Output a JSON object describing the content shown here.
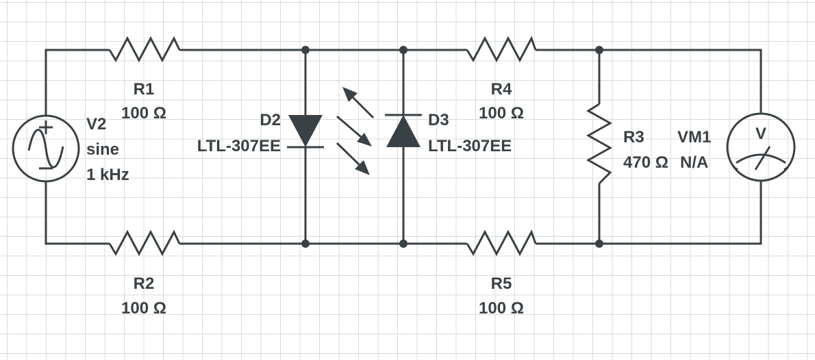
{
  "components": {
    "V2": {
      "name": "V2",
      "type": "sine",
      "value": "1 kHz"
    },
    "R1": {
      "name": "R1",
      "value": "100 Ω"
    },
    "R2": {
      "name": "R2",
      "value": "100 Ω"
    },
    "R4": {
      "name": "R4",
      "value": "100 Ω"
    },
    "R5": {
      "name": "R5",
      "value": "100 Ω"
    },
    "R3": {
      "name": "R3",
      "value": "470 Ω"
    },
    "D2": {
      "name": "D2",
      "part": "LTL-307EE"
    },
    "D3": {
      "name": "D3",
      "part": "LTL-307EE"
    },
    "VM1": {
      "name": "VM1",
      "value": "N/A",
      "symbol": "V"
    }
  },
  "colors": {
    "wire": "#3a4144",
    "grid": "#d9d9d9",
    "background": "#ffffff"
  },
  "icons": [
    "sine-source-icon",
    "resistor-icon",
    "led-diode-icon",
    "voltmeter-icon"
  ]
}
